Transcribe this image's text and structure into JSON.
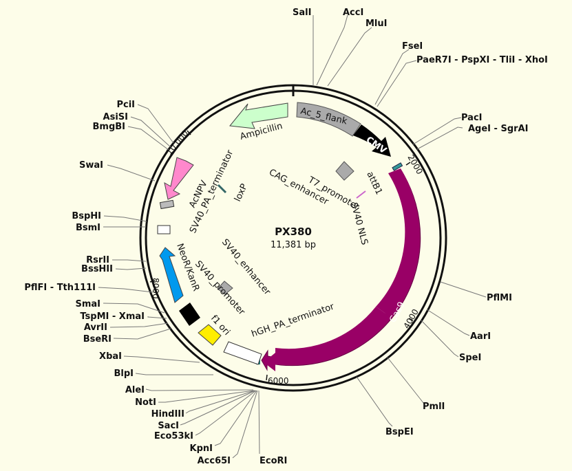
{
  "plasmid": {
    "name": "PX380",
    "size_label": "11,381 bp"
  },
  "colors": {
    "background": "#fdfde9",
    "backbone": "#111111",
    "cas9": "#990066",
    "ampicillin": "#ccffcc",
    "acnpv": "#ff88cc",
    "neor_kanr": "#0099ee",
    "cmv": "#000000",
    "ac5_flank": "#aaaaaa",
    "f1_ori": "#ffee00",
    "sv40_promoter": "#000000"
  },
  "ticks": {
    "t2000": "2000",
    "t4000": "4000",
    "t6000": "6000",
    "t8000": "8000",
    "t10000": "10,000"
  },
  "features": {
    "ac5_flank": "Ac_5_flank",
    "cmv": "CMV",
    "ampicillin": "Ampicillin",
    "cas9": "Cas9",
    "cag_enhancer": "CAG_enhancer",
    "attb1": "attB1",
    "t7_promoter": "T7_promoter",
    "sv40_nls": "SV40 NLS",
    "acnpv": "AcNPV",
    "sv40_pa_terminator": "SV40_PA_terminator",
    "loxp": "loxP",
    "neor_kanr": "NeoR/KanR",
    "sv40_enhancer": "SV40_enhancer",
    "sv40_promoter": "SV40_promoter",
    "f1_ori": "f1 ori",
    "hgh_pa_terminator": "hGH_PA_terminator"
  },
  "sites": {
    "sali": "SalI",
    "acci": "AccI",
    "mlui": "MluI",
    "fsei": "FseI",
    "paer7i": "PaeR7I - PspXI - TliI - XhoI",
    "paci": "PacI",
    "agei": "AgeI - SgrAI",
    "pflmi": "PflMI",
    "aari": "AarI",
    "spei": "SpeI",
    "pmli": "PmlI",
    "bspei": "BspEI",
    "ecori": "EcoRI",
    "acc65i": "Acc65I",
    "kpni": "KpnI",
    "eco53ki": "Eco53kI",
    "saci": "SacI",
    "hindiii": "HindIII",
    "noti": "NotI",
    "alei": "AleI",
    "blpi": "BlpI",
    "xbai": "XbaI",
    "bseri": "BseRI",
    "avrii": "AvrII",
    "tspmi": "TspMI - XmaI",
    "smai": "SmaI",
    "pflfi": "PflFI - Tth111I",
    "bsshii": "BssHII",
    "rsrii": "RsrII",
    "bsmi": "BsmI",
    "bsphi": "BspHI",
    "swai": "SwaI",
    "bmgbi": "BmgBI",
    "asisi": "AsiSI",
    "pcii": "PciI"
  }
}
